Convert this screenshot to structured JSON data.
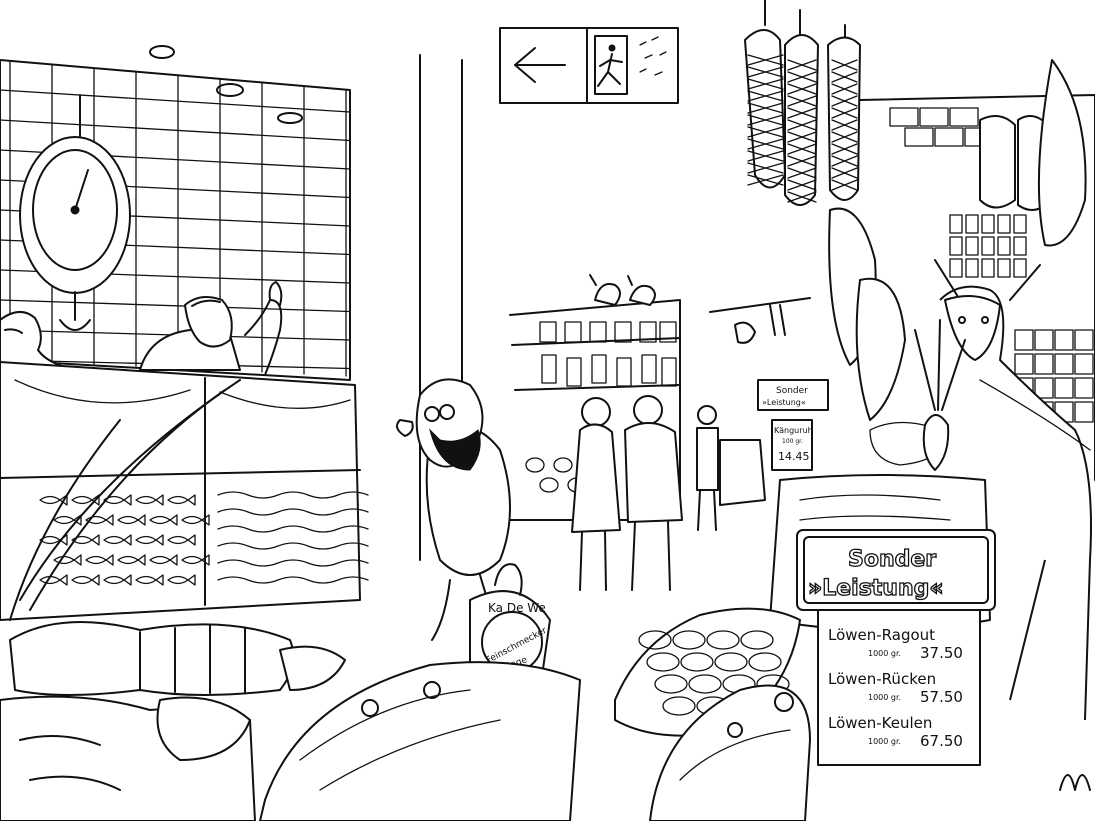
{
  "scene": {
    "style": "black ink line drawing",
    "description_icons": {
      "exit_sign": "exit-arrow-icon",
      "running_man": "running-person-icon"
    }
  },
  "texts": {
    "bag_brand": "Ka De We",
    "bag_line1": "Feinschmecker",
    "bag_line2": "Etage",
    "small_sign_line1": "Sonder",
    "small_sign_line2": "»Leistung«",
    "kangaroo_label": "Känguruh",
    "kangaroo_unit": "100 gr.",
    "kangaroo_price": "14.45",
    "big_sign_line1": "Sonder",
    "big_sign_line2": "»Leistung«",
    "price_list": [
      {
        "name": "Löwen-Ragout",
        "unit": "1000 gr.",
        "price": "37.50"
      },
      {
        "name": "Löwen-Rücken",
        "unit": "1000 gr.",
        "price": "57.50"
      },
      {
        "name": "Löwen-Keulen",
        "unit": "1000 gr.",
        "price": "67.50"
      }
    ]
  }
}
